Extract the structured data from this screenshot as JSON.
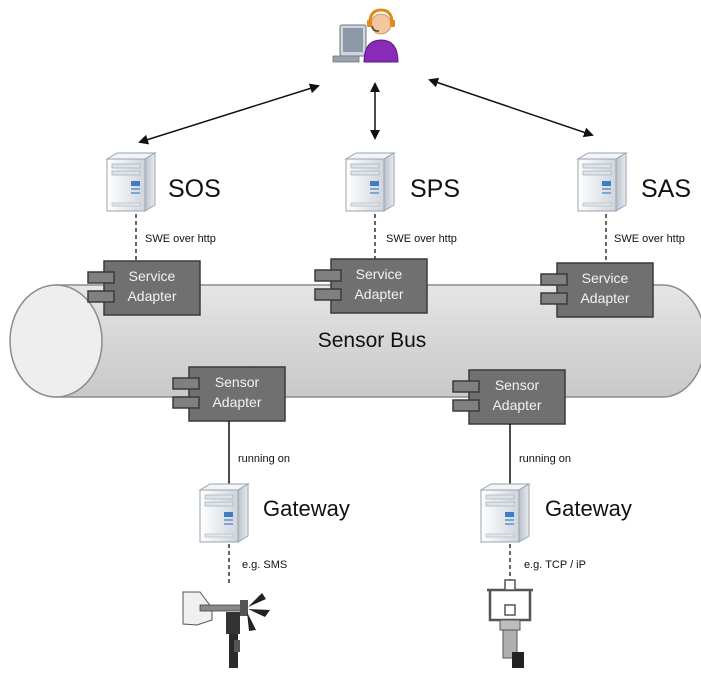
{
  "services": [
    {
      "name": "SOS",
      "protocol": "SWE over http"
    },
    {
      "name": "SPS",
      "protocol": "SWE over http"
    },
    {
      "name": "SAS",
      "protocol": "SWE over http"
    }
  ],
  "service_adapter": {
    "line1": "Service",
    "line2": "Adapter"
  },
  "bus": {
    "label": "Sensor Bus"
  },
  "sensor_adapter": {
    "line1": "Sensor",
    "line2": "Adapter"
  },
  "gateways": [
    {
      "running_label": "running on",
      "name": "Gateway",
      "link": "e.g. SMS"
    },
    {
      "running_label": "running on",
      "name": "Gateway",
      "link": "e.g. TCP / iP"
    }
  ],
  "colors": {
    "adapter_fill": "#707070",
    "adapter_stroke": "#3a3a3a",
    "bus_fill": "#dadada",
    "bus_stroke": "#8c8c8c",
    "user_body": "#8a2ab8",
    "headset": "#e08a1e"
  },
  "icons": {
    "user": "user-at-computer-icon",
    "server": "server-tower-icon",
    "sensor_1": "anemometer-wind-vane-icon",
    "sensor_2": "sonic-anemometer-icon"
  }
}
